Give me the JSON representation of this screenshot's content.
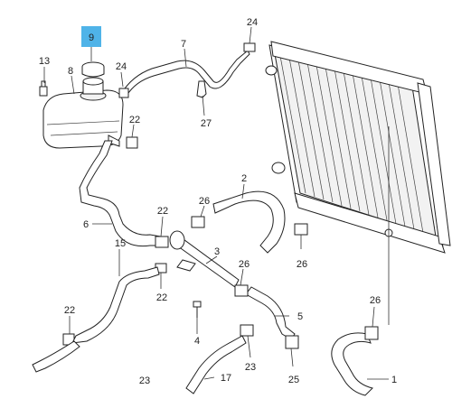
{
  "highlight_color": "#4fb3e8",
  "callouts": {
    "c1": "1",
    "c2": "2",
    "c3": "3",
    "c4": "4",
    "c5": "5",
    "c6": "6",
    "c7": "7",
    "c8": "8",
    "c9": "9",
    "c13": "13",
    "c15": "15",
    "c17": "17",
    "c22a": "22",
    "c22b": "22",
    "c22c": "22",
    "c22d": "22",
    "c23a": "23",
    "c23b": "23",
    "c24a": "24",
    "c24b": "24",
    "c25": "25",
    "c26a": "26",
    "c26b": "26",
    "c26c": "26",
    "c26d": "26",
    "c27": "27"
  }
}
